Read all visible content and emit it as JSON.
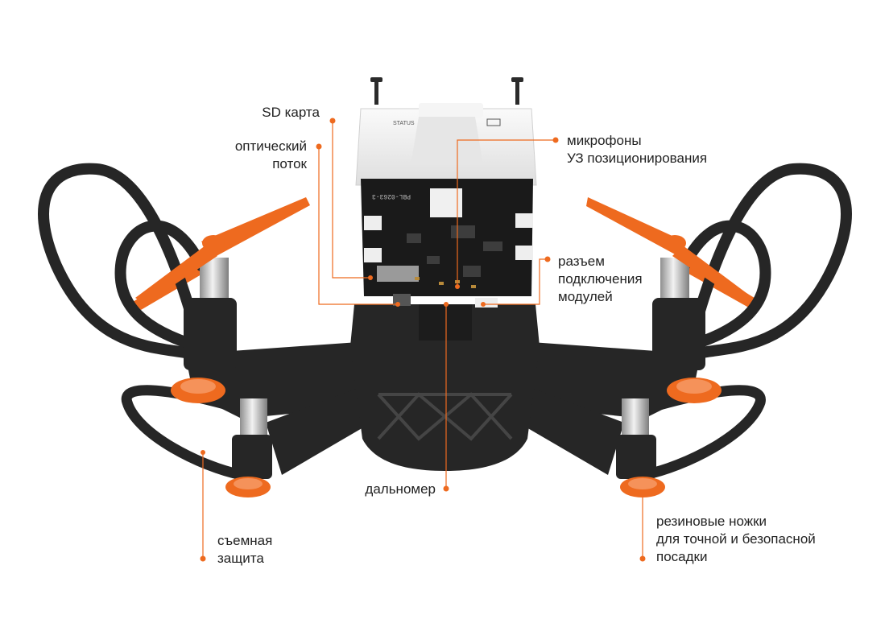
{
  "colors": {
    "accent": "#ee6a1f",
    "frame": "#262626",
    "frame_shade": "#3a3a3a",
    "board": "#1a1a1a",
    "housing": "#eeeeee",
    "motor": "#c9c9c9",
    "text": "#222222"
  },
  "module": {
    "status_text": "STATUS",
    "board_text": "PBL-0263-3"
  },
  "labels": {
    "sd_card": "SD карта",
    "optical_flow_line1": "оптический",
    "optical_flow_line2": "поток",
    "mics_line1": "микрофоны",
    "mics_line2": "УЗ позиционирования",
    "connector_line1": "разъем",
    "connector_line2": "подключения",
    "connector_line3": "модулей",
    "rangefinder": "дальномер",
    "guard_line1": "съемная",
    "guard_line2": "защита",
    "feet_line1": "резиновые ножки",
    "feet_line2": "для точной и безопасной",
    "feet_line3": "посадки"
  }
}
